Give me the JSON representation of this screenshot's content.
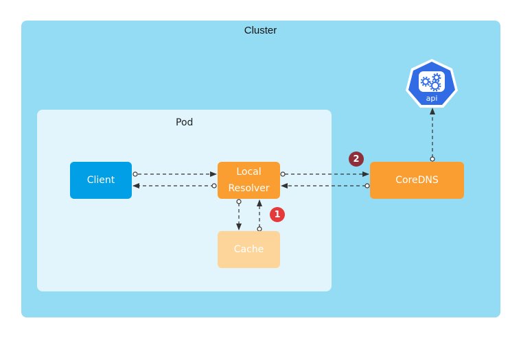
{
  "cluster": {
    "label": "Cluster",
    "color": "#93dcf3"
  },
  "pod": {
    "label": "Pod",
    "color": "#e2f5fc"
  },
  "nodes": {
    "client": {
      "label": "Client",
      "color": "#009fe6"
    },
    "local_resolver": {
      "label_line1": "Local",
      "label_line2": "Resolver",
      "color": "#fb9e32"
    },
    "cache": {
      "label": "Cache",
      "color": "#fdd59b"
    },
    "coredns": {
      "label": "CoreDNS",
      "color": "#fb9e32"
    },
    "api": {
      "label": "api",
      "icon": "kubernetes-api-icon",
      "color": "#326ce5"
    }
  },
  "badges": [
    {
      "label": "1",
      "color": "#e5393a"
    },
    {
      "label": "2",
      "color": "#8e2f3a"
    }
  ],
  "edges": [
    {
      "from": "client",
      "to": "local_resolver",
      "style": "dashed"
    },
    {
      "from": "local_resolver",
      "to": "client",
      "style": "dashed"
    },
    {
      "from": "local_resolver",
      "to": "cache",
      "style": "dashed"
    },
    {
      "from": "cache",
      "to": "local_resolver",
      "style": "dashed"
    },
    {
      "from": "local_resolver",
      "to": "coredns",
      "style": "dashed"
    },
    {
      "from": "coredns",
      "to": "local_resolver",
      "style": "dashed"
    },
    {
      "from": "coredns",
      "to": "api",
      "style": "dashed"
    }
  ]
}
